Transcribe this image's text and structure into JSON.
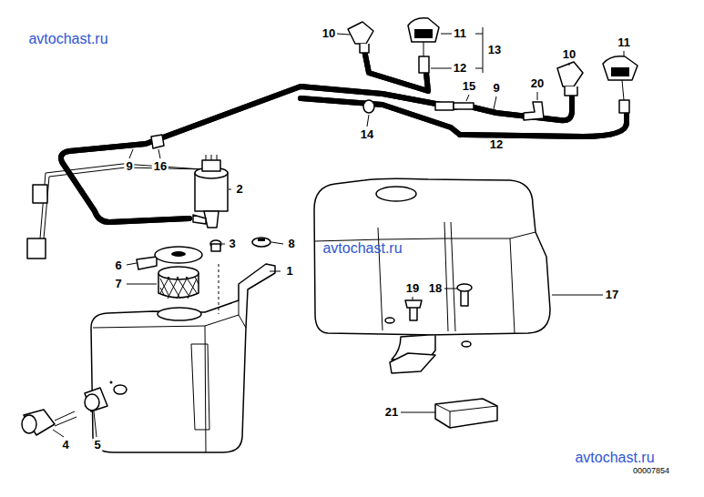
{
  "diagram": {
    "labels": [
      "avtochast.ru",
      "10",
      "11",
      "13",
      "12",
      "10",
      "11",
      "15",
      "9",
      "20",
      "14",
      "12",
      "9",
      "16",
      "2",
      "3",
      "8",
      "avtochast.ru",
      "6",
      "1",
      "7",
      "19",
      "18",
      "17",
      "21",
      "4",
      "5",
      "avtochast.ru",
      "00007854"
    ]
  }
}
